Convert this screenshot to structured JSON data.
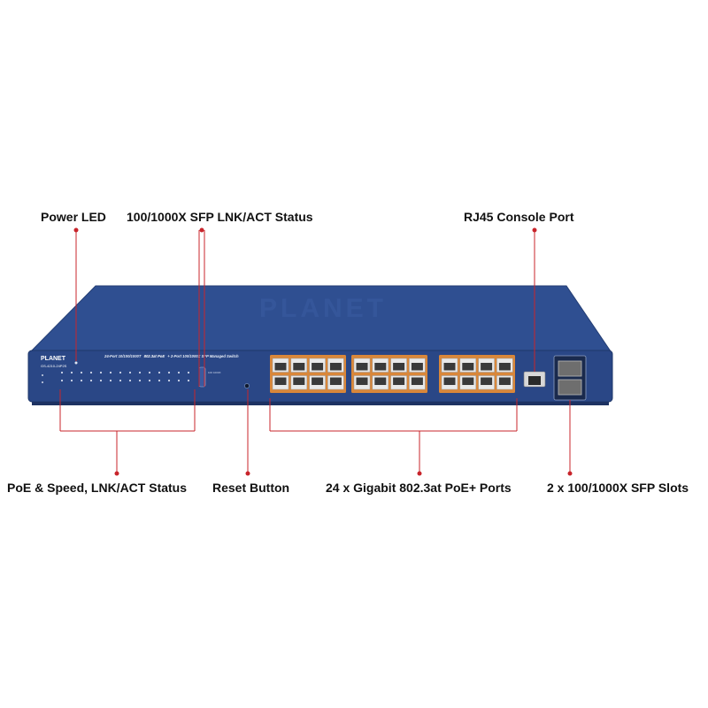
{
  "device": {
    "brand": "PLANET",
    "model": "GS-4210-24P2S",
    "description_prefix": "24-Port 10/100/1000T",
    "description_badge": "802.3at PoE",
    "description_suffix": "+ 2-Port 100/1000X SFP Managed Switch",
    "watermark": "PLANET",
    "color_body": "#2b4a8b",
    "color_port_frame": "#d9873a"
  },
  "callouts": {
    "power_led": "Power LED",
    "sfp_status": "100/1000X SFP LNK/ACT Status",
    "console_port": "RJ45 Console Port",
    "poe_status": "PoE & Speed, LNK/ACT Status",
    "reset_button": "Reset Button",
    "gigabit_ports": "24 x Gigabit 802.3at PoE+ Ports",
    "sfp_slots": "2 x 100/1000X SFP Slots"
  },
  "colors": {
    "callout_line": "#c8242b"
  }
}
